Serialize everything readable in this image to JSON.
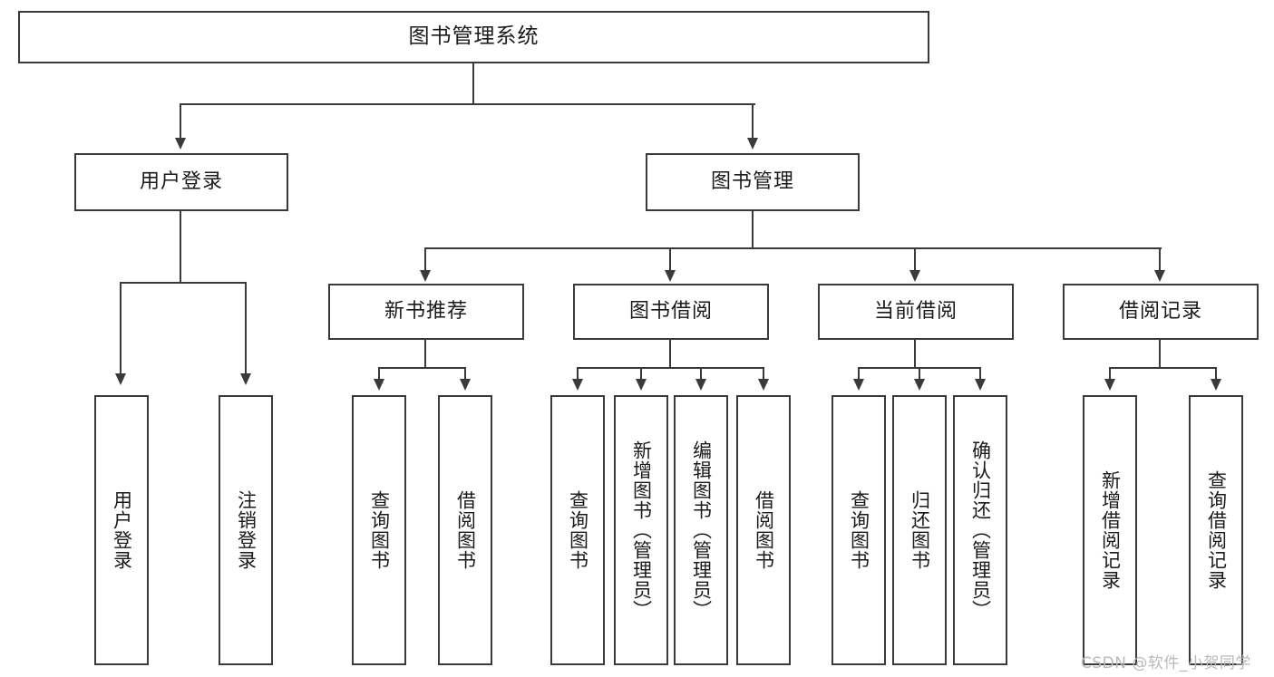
{
  "diagram": {
    "title": "图书管理系统",
    "type": "hierarchy-tree",
    "levels": 4,
    "root": {
      "label": "图书管理系统"
    },
    "level2": [
      {
        "label": "用户登录"
      },
      {
        "label": "图书管理"
      }
    ],
    "level3": [
      {
        "label": "新书推荐"
      },
      {
        "label": "图书借阅"
      },
      {
        "label": "当前借阅"
      },
      {
        "label": "借阅记录"
      }
    ],
    "leaves": [
      {
        "label": "用户登录",
        "parent": "用户登录"
      },
      {
        "label": "注销登录",
        "parent": "用户登录"
      },
      {
        "label": "查询图书",
        "parent": "新书推荐"
      },
      {
        "label": "借阅图书",
        "parent": "新书推荐"
      },
      {
        "label": "查询图书",
        "parent": "图书借阅"
      },
      {
        "label": "新增图书（管理员）",
        "parent": "图书借阅"
      },
      {
        "label": "编辑图书（管理员）",
        "parent": "图书借阅"
      },
      {
        "label": "借阅图书",
        "parent": "图书借阅"
      },
      {
        "label": "查询图书",
        "parent": "当前借阅"
      },
      {
        "label": "归还图书",
        "parent": "当前借阅"
      },
      {
        "label": "确认归还（管理员）",
        "parent": "当前借阅"
      },
      {
        "label": "新增借阅记录",
        "parent": "借阅记录"
      },
      {
        "label": "查询借阅记录",
        "parent": "借阅记录"
      }
    ]
  },
  "watermark": {
    "text": "CSDN @软件_小贺同学"
  },
  "colors": {
    "stroke": "#3a3a3a",
    "fill": "#ffffff",
    "text": "#1a1a1a",
    "watermark": "#b9b9b9"
  }
}
